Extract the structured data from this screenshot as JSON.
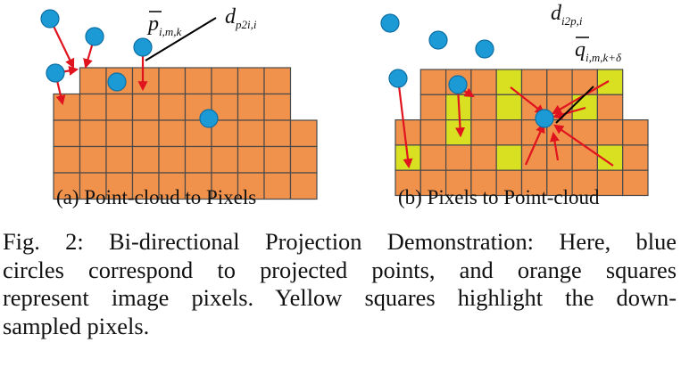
{
  "figure": {
    "panel_a": {
      "caption": "(a) Point-cloud to Pixels",
      "label_p_main": "p",
      "label_p_sub": "i,m,k",
      "label_d_main": "d",
      "label_d_sub": "p2i,i"
    },
    "panel_b": {
      "caption": "(b) Pixels to Point-cloud",
      "label_d_main": "d",
      "label_d_sub": "i2p,i",
      "label_q_main": "q",
      "label_q_sub": "i,m,k+δ"
    },
    "colors": {
      "pixel": "#F0924C",
      "downsampled_pixel": "#D9E021",
      "point": "#1B9AD6",
      "arrow": "#E0141E"
    }
  },
  "caption": {
    "line1": "Fig. 2: Bi-directional Projection Demonstration: Here, blue",
    "line2": "circles correspond to projected points, and orange squares",
    "line3": "represent image pixels. Yellow squares highlight the down-",
    "line4": "sampled pixels."
  }
}
